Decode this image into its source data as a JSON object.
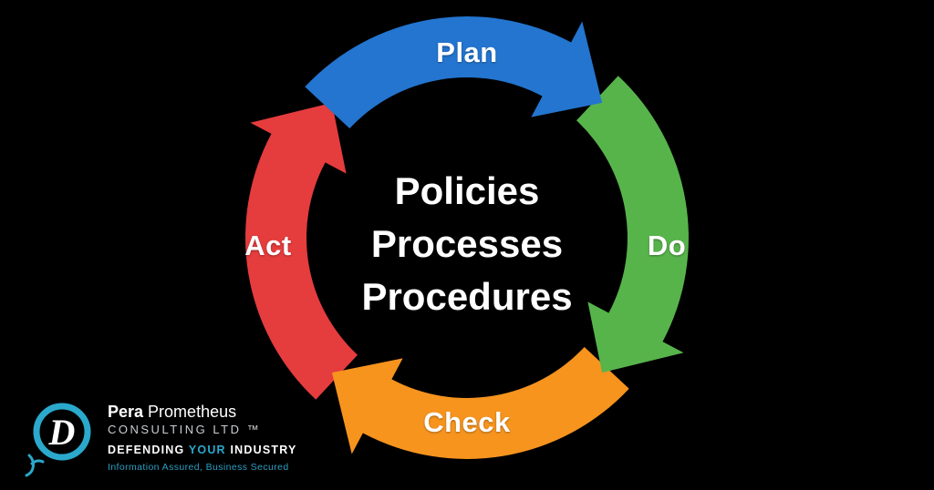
{
  "diagram": {
    "center_lines": [
      "Policies",
      "Processes",
      "Procedures"
    ],
    "steps": [
      {
        "label": "Plan",
        "position": "top",
        "color": "#2375cf"
      },
      {
        "label": "Do",
        "position": "right",
        "color": "#57b44b"
      },
      {
        "label": "Check",
        "position": "bottom",
        "color": "#f6941e"
      },
      {
        "label": "Act",
        "position": "left",
        "color": "#e53c3e"
      }
    ],
    "text_color": "#ffffff",
    "background_color": "#000000"
  },
  "logo": {
    "monogram": "D",
    "brand_bold": "Pera",
    "brand_regular": " Prometheus",
    "company_line": "CONSULTING LTD ™",
    "tagline": {
      "lead": "DEFENDING ",
      "accent": "YOUR",
      "tail": " INDUSTRY"
    },
    "subline": "Information Assured, Business Secured",
    "accent_color": "#2aa9cc"
  }
}
